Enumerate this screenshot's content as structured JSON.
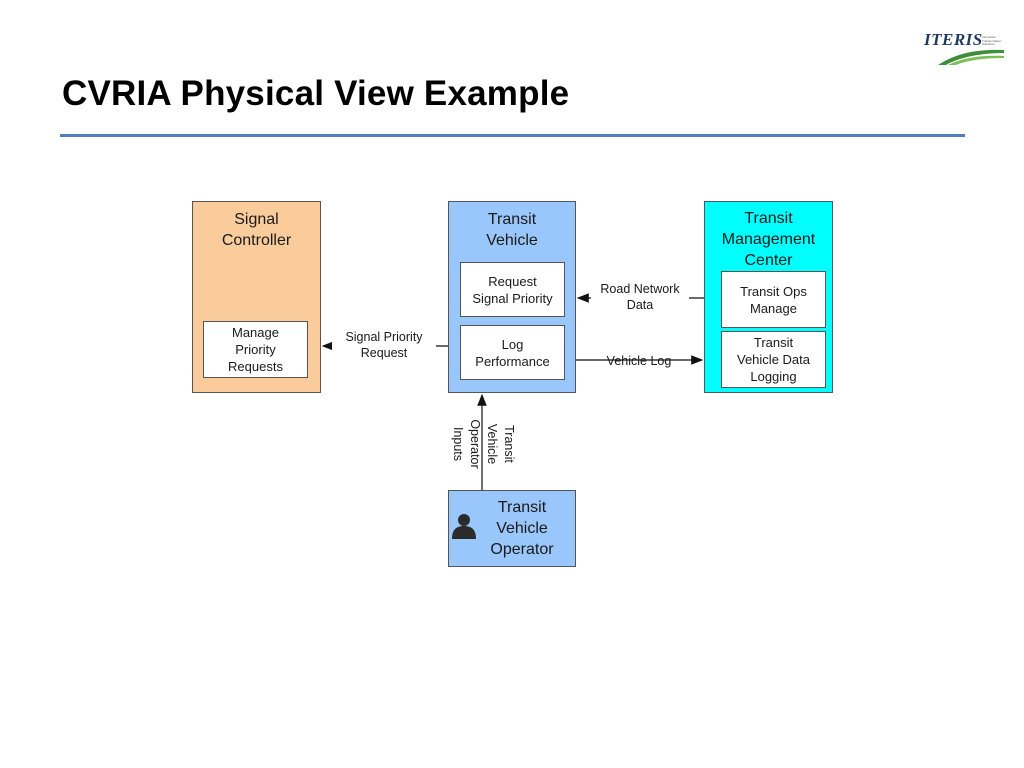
{
  "slide": {
    "title": "CVRIA Physical View Example"
  },
  "logo": {
    "text": "ITERIS",
    "tagline": "Innovative Transportation Solutions"
  },
  "colors": {
    "title_rule": "#4f81bd",
    "signal_controller_fill": "#fbcc9b",
    "transit_vehicle_fill": "#99c6fb",
    "management_center_fill": "#00ffff",
    "operator_fill": "#99c6fb",
    "logo_green": "#3f8f3a"
  },
  "diagram": {
    "signal_controller": {
      "title": "Signal\nController",
      "functions": [
        "Manage\nPriority\nRequests"
      ]
    },
    "transit_vehicle": {
      "title": "Transit\nVehicle",
      "functions": [
        "Request\nSignal Priority",
        "Log\nPerformance"
      ]
    },
    "management_center": {
      "title": "Transit\nManagement\nCenter",
      "functions": [
        "Transit Ops\nManage",
        "Transit\nVehicle Data\nLogging"
      ]
    },
    "operator": {
      "title": "Transit\nVehicle\nOperator",
      "icon": "person-icon"
    },
    "flows": {
      "road_network_data": "Road Network\nData",
      "signal_priority_request": "Signal Priority\nRequest",
      "vehicle_log": "Vehicle Log",
      "operator_inputs": "Transit\nVehicle\nOperator\nInputs"
    }
  }
}
